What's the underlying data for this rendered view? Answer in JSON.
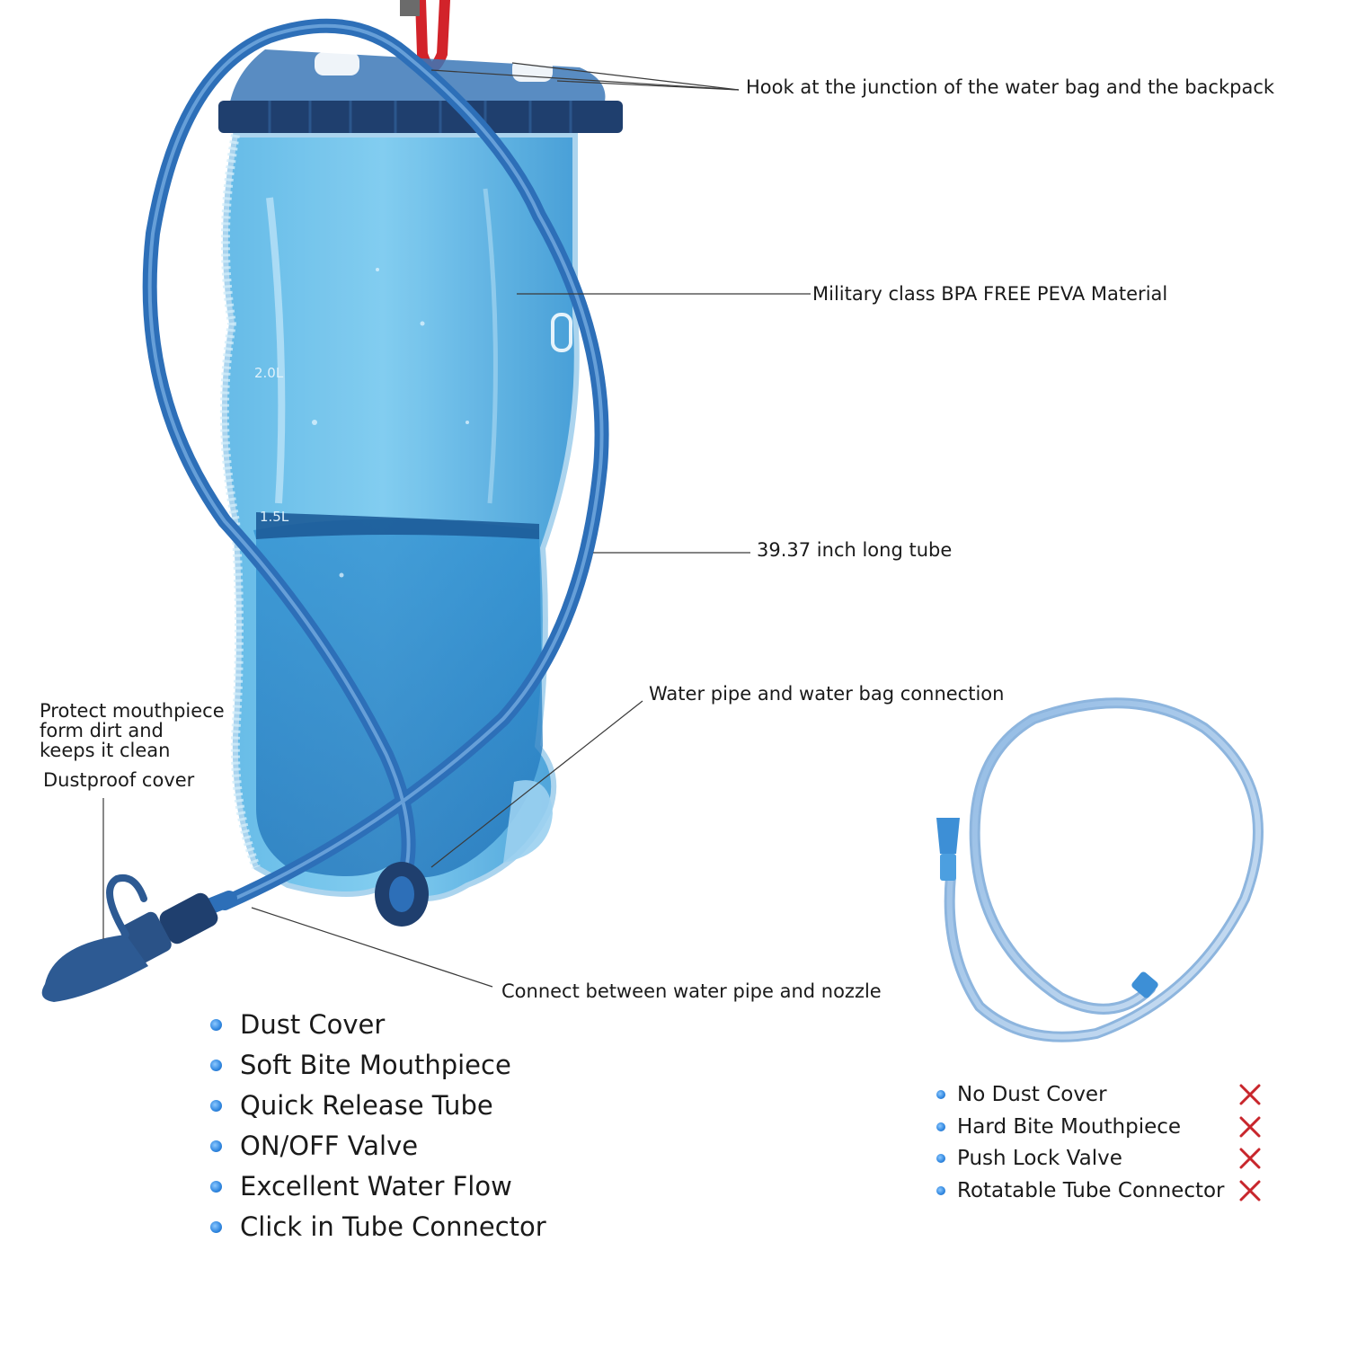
{
  "callouts": {
    "hook": "Hook at the junction of the water bag and the backpack",
    "material": "Military class BPA FREE PEVA Material",
    "tube_length": "39.37 inch long tube",
    "connection": "Water pipe and water bag connection",
    "protect_line1": "Protect mouthpiece",
    "protect_line2": "form dirt and",
    "protect_line3": "keeps it clean",
    "dustproof": "Dustproof cover",
    "nozzle": "Connect between water pipe and nozzle"
  },
  "bag_markings": {
    "level_2": "2.0L",
    "level_15": "1.5L"
  },
  "features": [
    "Dust Cover",
    "Soft Bite Mouthpiece",
    "Quick Release Tube",
    "ON/OFF Valve",
    "Excellent Water Flow",
    "Click in Tube Connector"
  ],
  "comparison": [
    "No Dust Cover",
    "Hard Bite Mouthpiece",
    "Push Lock Valve",
    "Rotatable Tube Connector"
  ],
  "colors": {
    "bag_blue": "#4aa9e0",
    "tube_blue": "#2d6fb8",
    "dark_navy": "#1f3f6e",
    "cross_red": "#c8262c",
    "carabiner_red": "#d2232a"
  },
  "icons": {
    "bullet": "blue-dot-icon",
    "negative": "red-cross-icon"
  }
}
